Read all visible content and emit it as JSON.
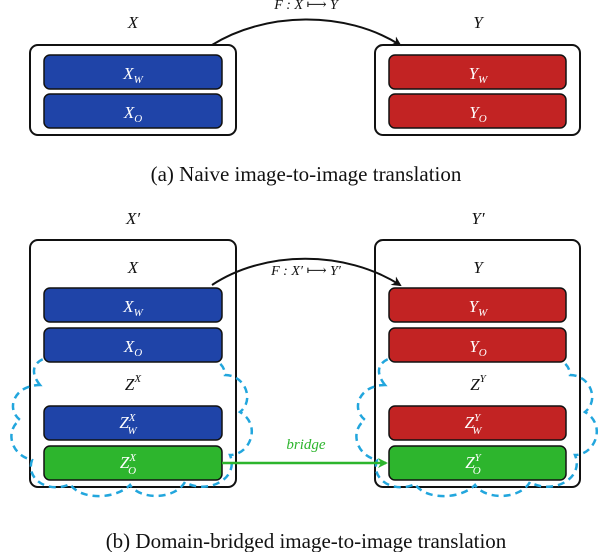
{
  "colors": {
    "blue": "#1f44a8",
    "red": "#c22323",
    "green": "#2db52d",
    "cloud": "#22a6dd",
    "outline": "#111111"
  },
  "diagram_a": {
    "left_title": "X",
    "right_title": "Y",
    "arrow_label": "F : X ⟼ Y",
    "left_boxes": [
      {
        "base": "X",
        "sub": "W"
      },
      {
        "base": "X",
        "sub": "O"
      }
    ],
    "right_boxes": [
      {
        "base": "Y",
        "sub": "W"
      },
      {
        "base": "Y",
        "sub": "O"
      }
    ],
    "caption": "(a) Naive image-to-image translation"
  },
  "diagram_b": {
    "left_title": "X′",
    "right_title": "Y′",
    "left_inner_title": "X",
    "right_inner_title": "Y",
    "arrow_label": "F : X′ ⟼ Y′",
    "left_boxes": [
      {
        "base": "X",
        "sub": "W"
      },
      {
        "base": "X",
        "sub": "O"
      }
    ],
    "right_boxes": [
      {
        "base": "Y",
        "sub": "W"
      },
      {
        "base": "Y",
        "sub": "O"
      }
    ],
    "left_cloud_title": {
      "base": "Z",
      "sup": "X"
    },
    "right_cloud_title": {
      "base": "Z",
      "sup": "Y"
    },
    "left_cloud_boxes": [
      {
        "base": "Z",
        "sup": "X",
        "sub": "W"
      },
      {
        "base": "Z",
        "sup": "X",
        "sub": "O"
      }
    ],
    "right_cloud_boxes": [
      {
        "base": "Z",
        "sup": "Y",
        "sub": "W"
      },
      {
        "base": "Z",
        "sup": "Y",
        "sub": "O"
      }
    ],
    "bridge_label": "bridge",
    "caption": "(b) Domain-bridged image-to-image translation"
  }
}
